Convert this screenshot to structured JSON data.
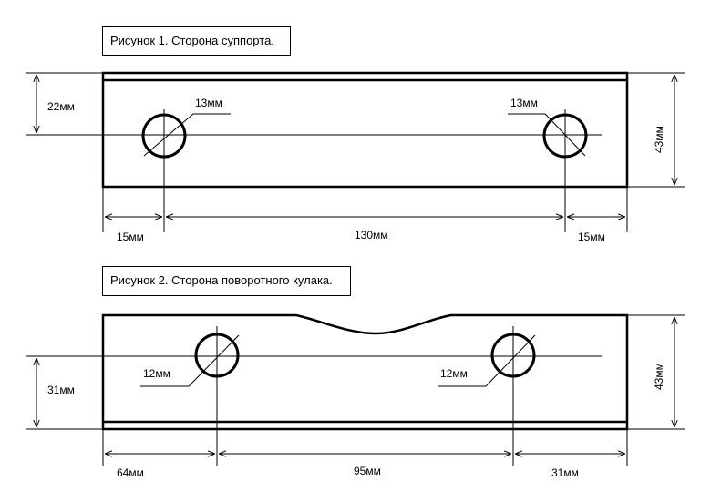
{
  "figure1": {
    "caption": "Рисунок 1.  Сторона суппорта.",
    "height_left": "22мм",
    "hole_left": "13мм",
    "hole_right": "13мм",
    "height_right": "43мм",
    "dim_left": "15мм",
    "dim_middle": "130мм",
    "dim_right": "15мм"
  },
  "figure2": {
    "caption": "Рисунок 2.  Сторона поворотного кулака.",
    "height_left": "31мм",
    "hole_left": "12мм",
    "hole_right": "12мм",
    "height_right": "43мм",
    "dim_left": "64мм",
    "dim_middle": "95мм",
    "dim_right": "31мм"
  }
}
